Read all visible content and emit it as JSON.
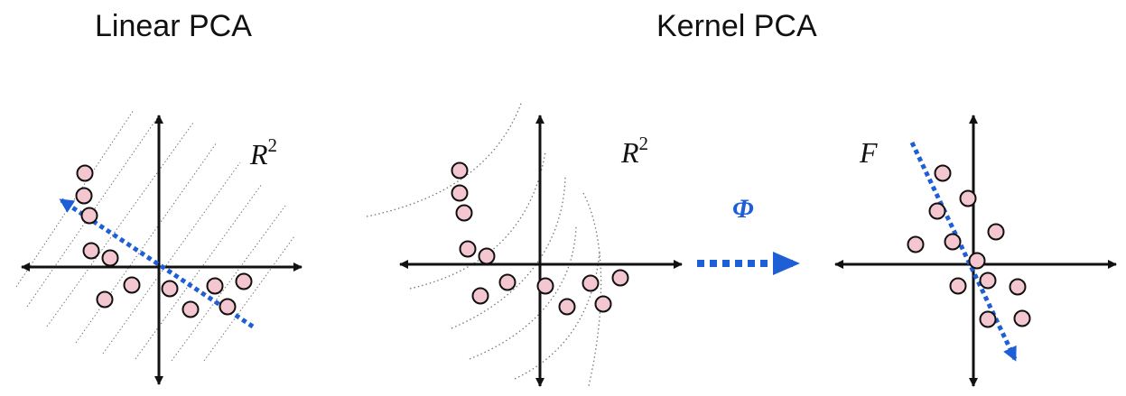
{
  "titles": {
    "linear": "Linear PCA",
    "kernel": "Kernel PCA"
  },
  "panels": {
    "linear": {
      "space_label": "R",
      "space_sup": "2"
    },
    "kernel_input": {
      "space_label": "R",
      "space_sup": "2"
    },
    "feature": {
      "space_label": "F"
    }
  },
  "mapping": {
    "label": "Φ"
  },
  "colors": {
    "point_fill": "#f4c6d0",
    "point_stroke": "#111111",
    "arrow_blue": "#1f5fd6",
    "axis": "#111111",
    "guide": "#777777"
  }
}
